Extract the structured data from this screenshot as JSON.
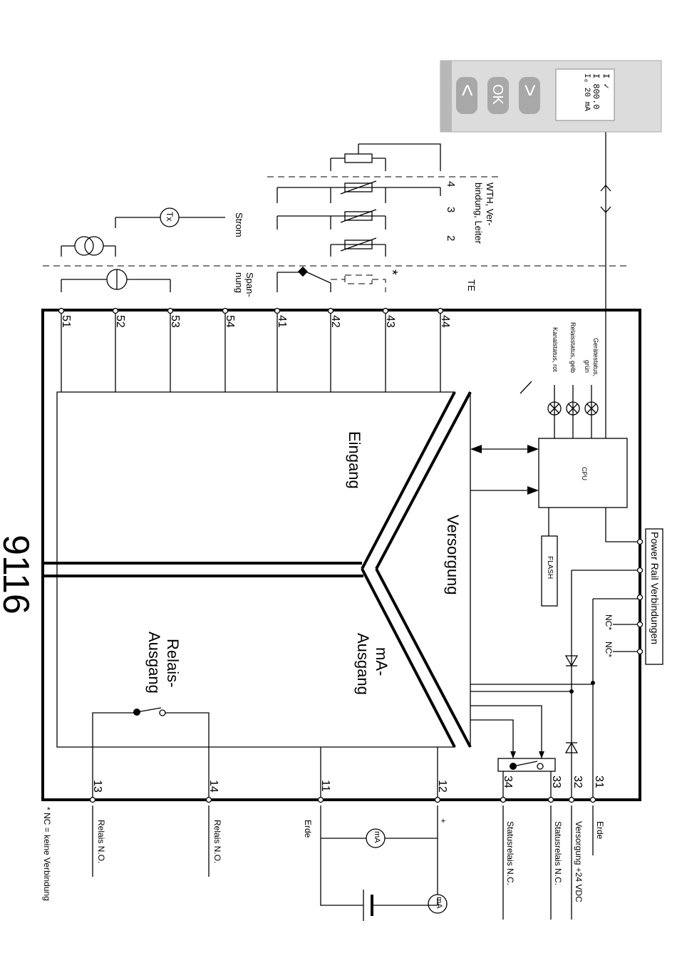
{
  "model": "9116",
  "display": {
    "line1": "I ✓",
    "line2": "I 800.0",
    "line3": "I₀ 20 mA",
    "btn_left": "<",
    "btn_ok": "OK",
    "btn_right": ">"
  },
  "blocks": {
    "eingang": "Eingang",
    "versorgung": "Versorgung",
    "ma_ausgang_1": "mA-",
    "ma_ausgang_2": "Ausgang",
    "relais_ausgang_1": "Relais-",
    "relais_ausgang_2": "Ausgang",
    "cpu": "CPU",
    "flash": "FLASH"
  },
  "status_leds": {
    "geraet_1": "Gerätestatus,",
    "geraet_2": "grün",
    "relais": "Relaisstatus, gelb",
    "kanal": "Kanalstatus, rot"
  },
  "power_rail": "Power Rail Verbindungen",
  "nc_labels": [
    "NC*",
    "NC*"
  ],
  "top_terminals": [
    "51",
    "52",
    "53",
    "54",
    "41",
    "42",
    "43",
    "44"
  ],
  "bottom_terminals": [
    "13",
    "14",
    "11",
    "12",
    "34",
    "33",
    "32",
    "31"
  ],
  "input_labels": {
    "wth_1": "WTH, Ver-",
    "wth_2": "bindung, Leiter",
    "wire_4": "4",
    "wire_3": "3",
    "wire_2": "2",
    "te": "TE",
    "strom": "Strom",
    "spannung_1": "Span-",
    "spannung_2": "nung",
    "tx": "Tx",
    "star": "*"
  },
  "bottom_labels": {
    "relais_no_1": "Relais N.O.",
    "relais_no_2": "Relais N.O.",
    "erde_out": "Erde",
    "status_nc_1": "Statusrelais N.C.",
    "status_nc_2": "Statusrelais N.C.",
    "versorgung": "Versorgung +24 VDC",
    "erde": "Erde",
    "ma": "mA",
    "plus": "+"
  },
  "footnote": "* NC = keine Verbindung"
}
